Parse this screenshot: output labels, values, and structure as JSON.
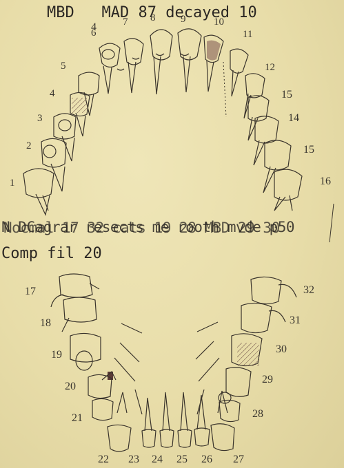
{
  "header": {
    "mbd_label": "MBD",
    "mad_label": "MAD",
    "mad_value": "87",
    "decayed_label": "decayed",
    "decayed_value": "10"
  },
  "overtyped_lines": [
    "N DCagrar resects me rooth mvde p50",
    "Nocmal 17 32 cats 19 28 MBD 29 30"
  ],
  "comp_fil_line": "Comp fil 20",
  "upper_arch": {
    "tooth_numbers": [
      "1",
      "2",
      "3",
      "4",
      "5",
      "6",
      "7",
      "8",
      "9",
      "10",
      "11",
      "12",
      "15",
      "14",
      "15",
      "16"
    ],
    "stray_mark": "4"
  },
  "lower_arch": {
    "tooth_numbers": [
      "17",
      "18",
      "19",
      "20",
      "21",
      "22",
      "23",
      "24",
      "25",
      "26",
      "27",
      "28",
      "29",
      "30",
      "31",
      "32"
    ]
  },
  "colors": {
    "paper": "#e8dda9",
    "ink": "#2b2723",
    "decay_mark": "#5a3b36"
  }
}
